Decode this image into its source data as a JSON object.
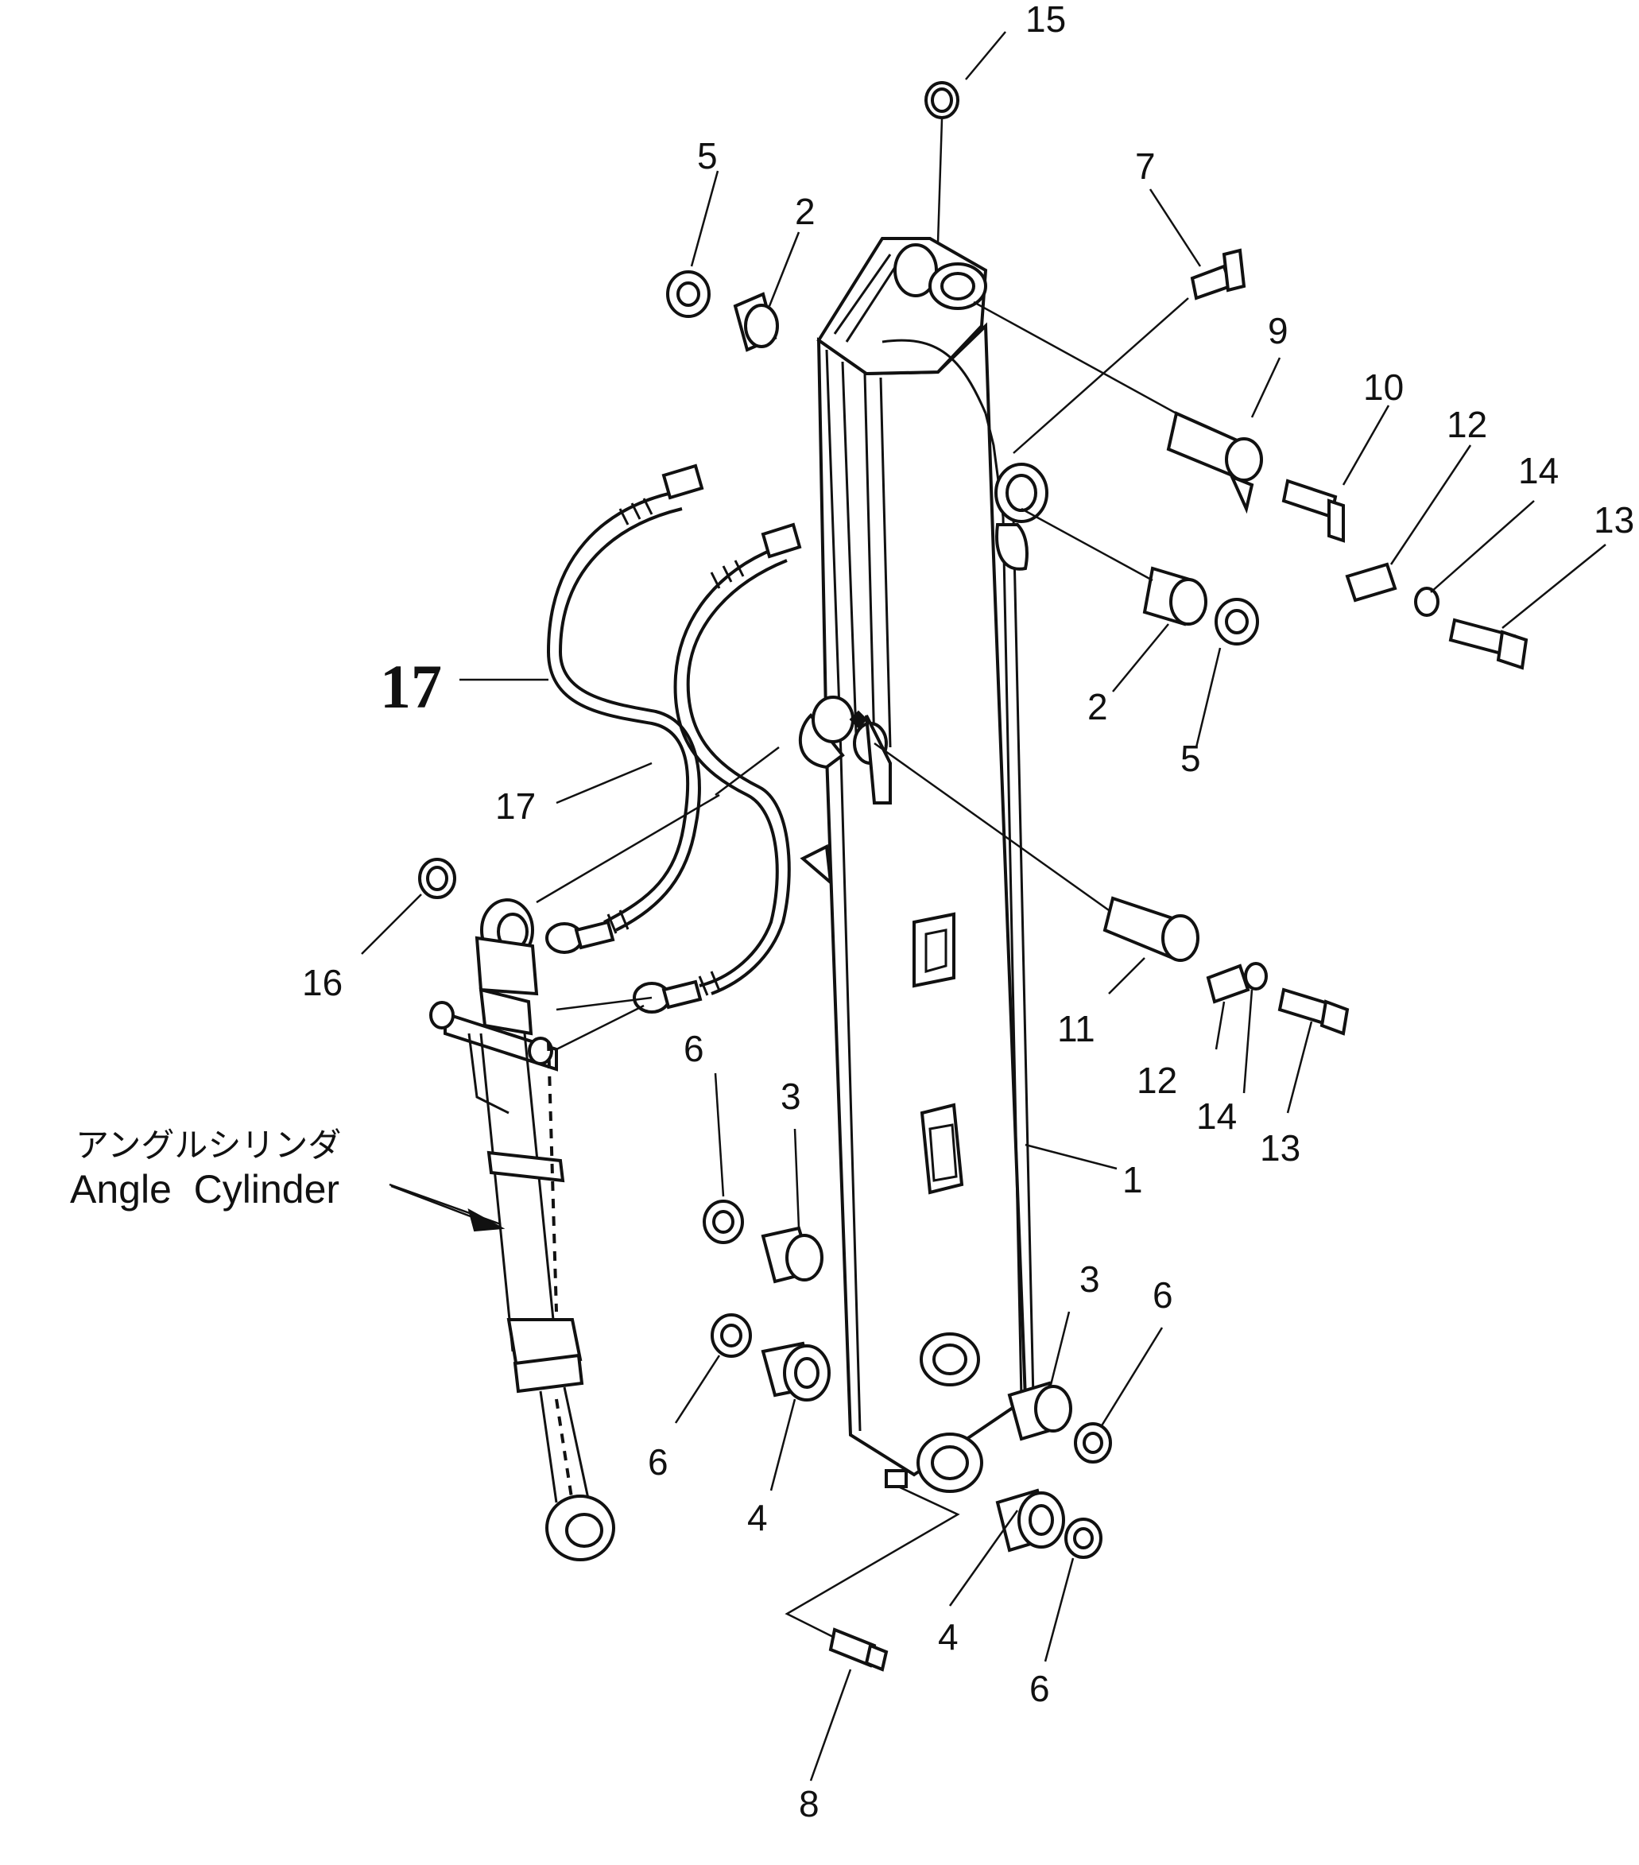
{
  "callouts": {
    "c1": "1",
    "c2a": "2",
    "c2b": "2",
    "c3a": "3",
    "c3b": "3",
    "c4a": "4",
    "c4b": "4",
    "c5a": "5",
    "c5b": "5",
    "c6a": "6",
    "c6b": "6",
    "c6c": "6",
    "c6d": "6",
    "c7": "7",
    "c8": "8",
    "c9": "9",
    "c10": "10",
    "c11": "11",
    "c12a": "12",
    "c12b": "12",
    "c13a": "13",
    "c13b": "13",
    "c14a": "14",
    "c14b": "14",
    "c15": "15",
    "c16": "16",
    "c17a": "17",
    "c17b": "17"
  },
  "angle_cylinder": {
    "label_jp": "アングルシリンダ",
    "label_en": "Angle  Cylinder"
  }
}
